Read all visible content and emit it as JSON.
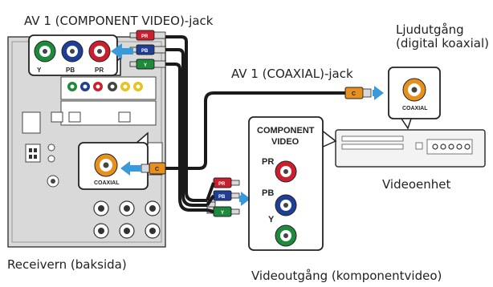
{
  "labels": {
    "av1_component": "AV 1 (COMPONENT VIDEO)-jack",
    "audio_out": "Ljudutgång\n(digital koaxial)",
    "av1_coaxial": "AV 1 (COAXIAL)-jack",
    "video_device": "Videoenhet",
    "receiver": "Receivern (baksida)",
    "video_out": "Videoutgång (komponentvideo)"
  },
  "component_box": {
    "title": "COMPONENT\nVIDEO",
    "pr": "PR",
    "pb": "PB",
    "y": "Y"
  },
  "receiver_jacks": {
    "y": "Y",
    "pb": "PB",
    "pr": "PR",
    "coaxial": "COAXIAL"
  },
  "player_jack": {
    "coaxial": "COAXIAL"
  },
  "plug_letters": {
    "pr": "PR",
    "pb": "PB",
    "y": "Y",
    "coax": "C"
  },
  "colors": {
    "red": "#cc1f2d",
    "blue": "#1f3e96",
    "green": "#1d8a3c",
    "orange": "#e8901e",
    "arrow": "#3a9ad9",
    "panel": "#d9d9d9"
  }
}
